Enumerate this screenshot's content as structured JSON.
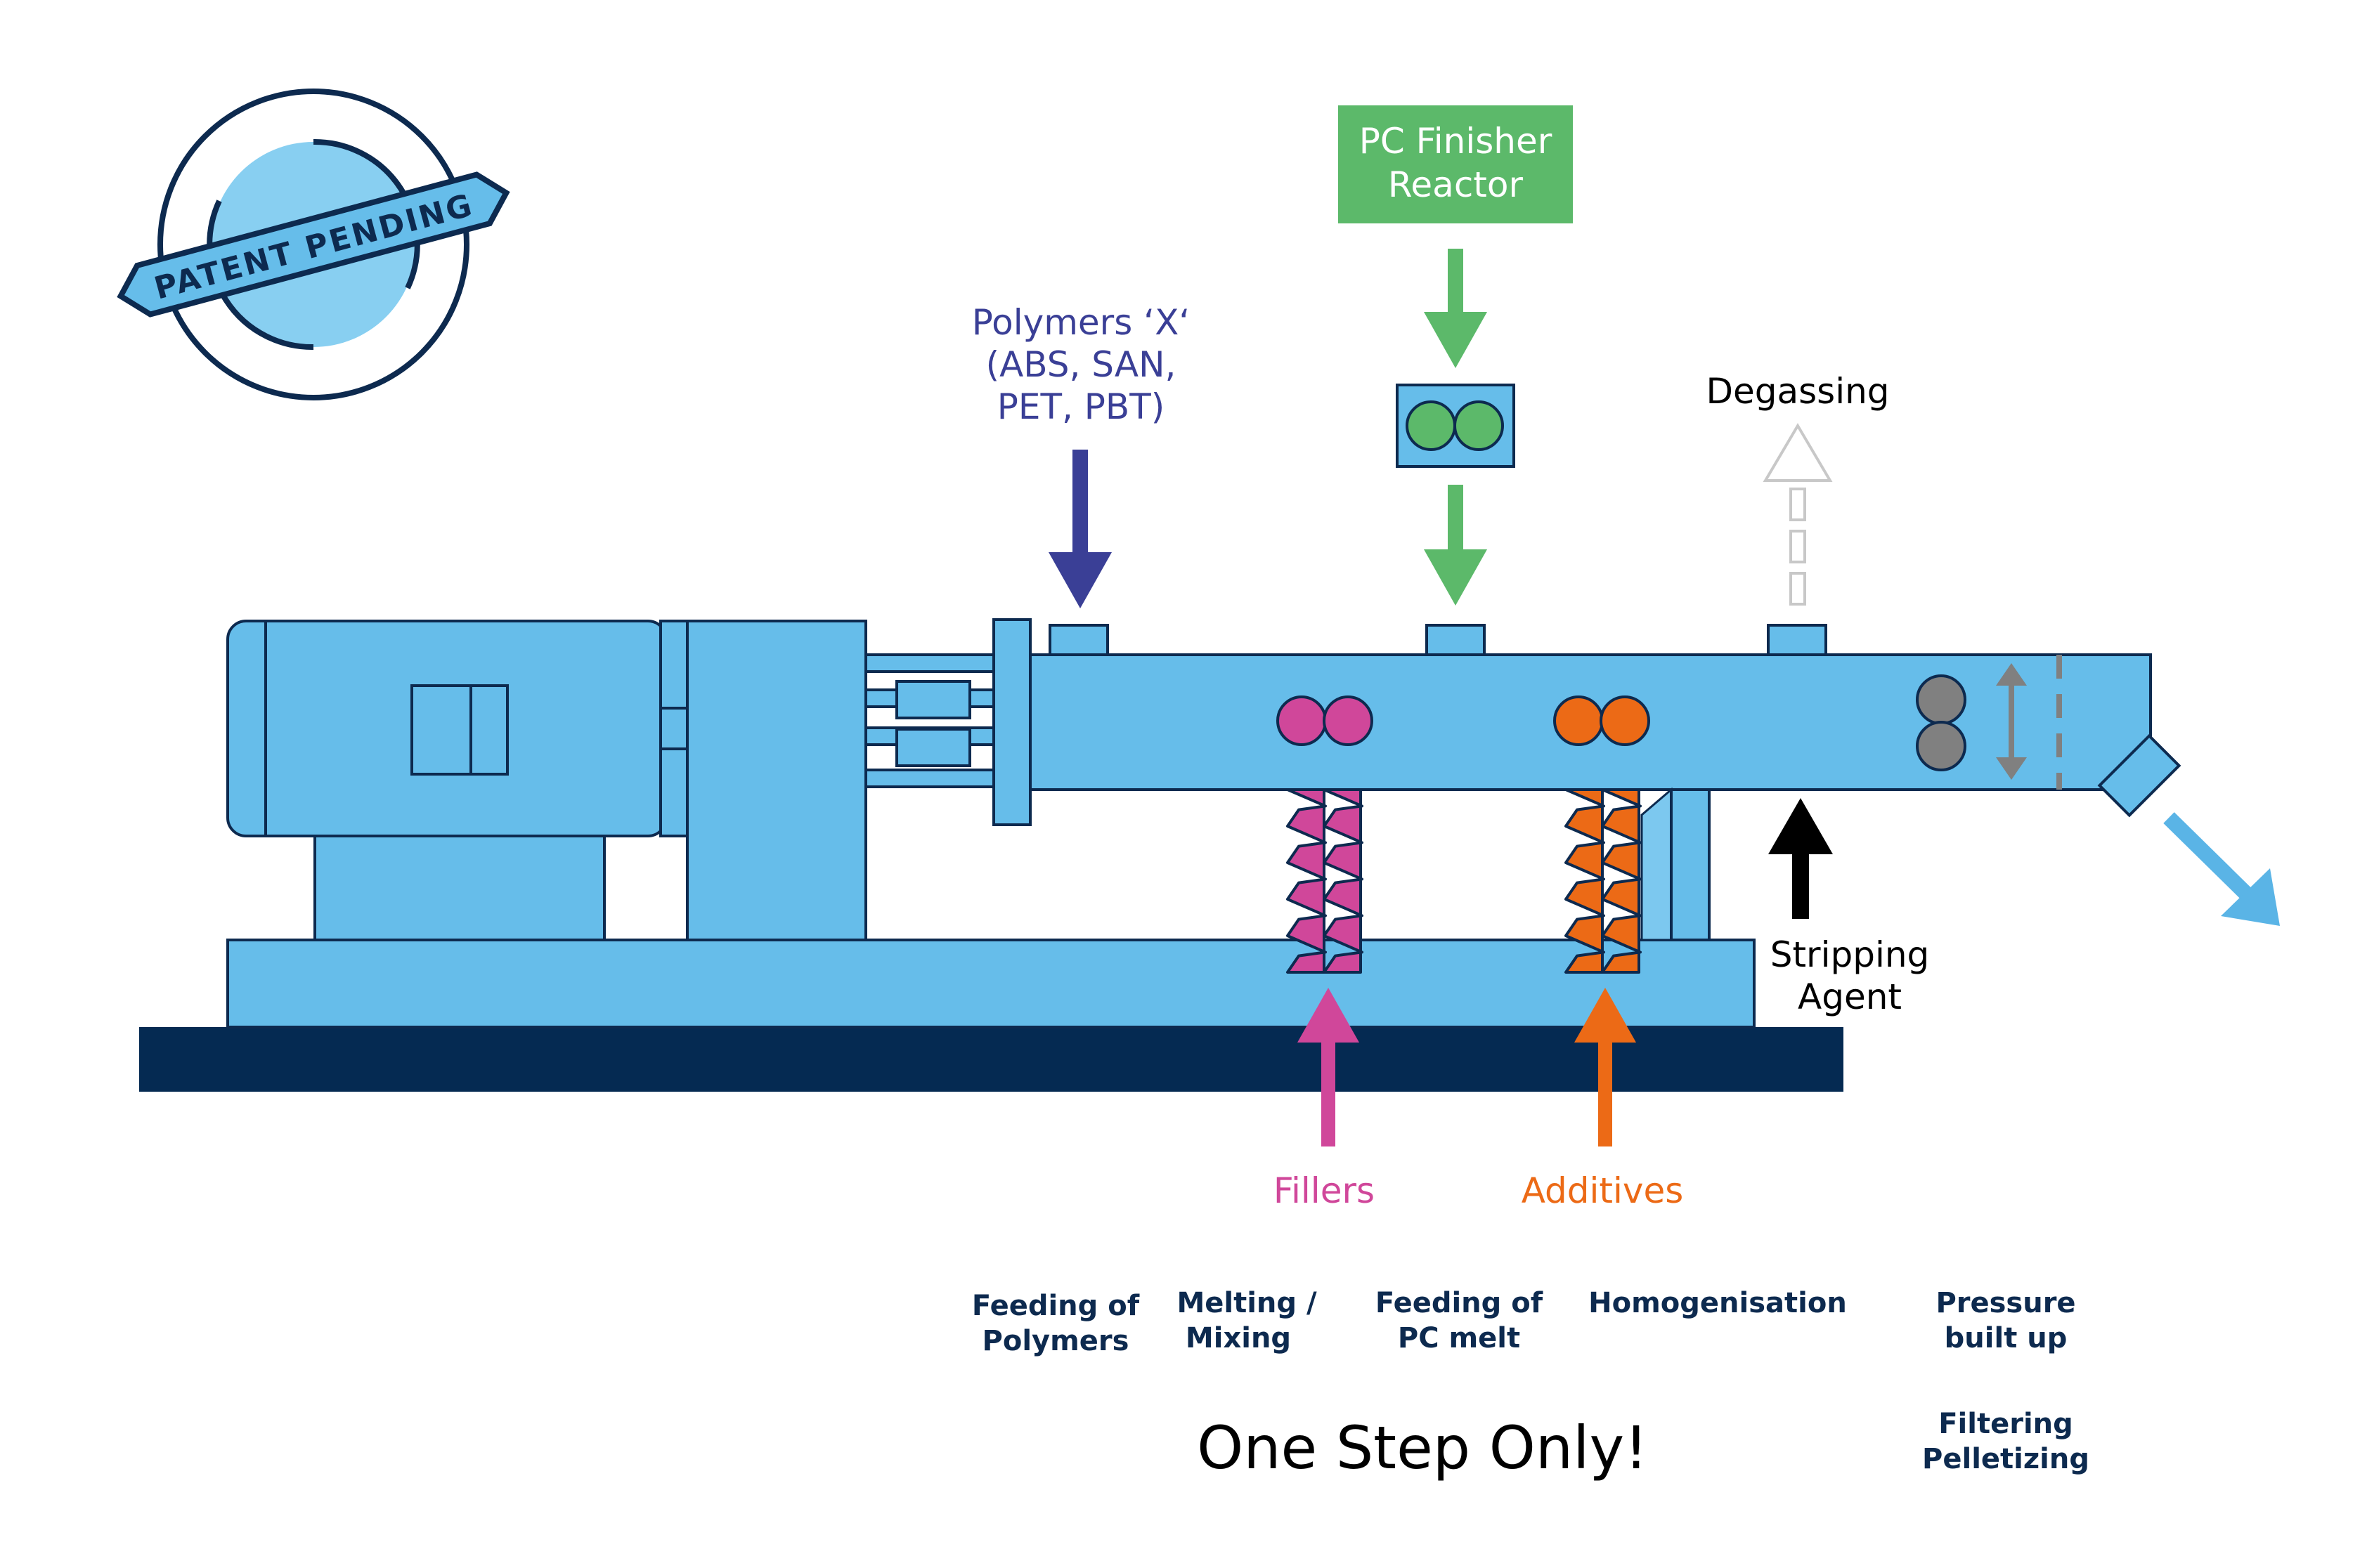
{
  "badge": {
    "text": "PATENT PENDING"
  },
  "inputs": {
    "pc_reactor_line1": "PC Finisher",
    "pc_reactor_line2": "Reactor",
    "polymers_line1": "Polymers ‘X‘",
    "polymers_line2": "(ABS, SAN,",
    "polymers_line3": "PET, PBT)",
    "degassing": "Degassing",
    "stripping_line1": "Stripping",
    "stripping_line2": "Agent",
    "fillers": "Fillers",
    "additives": "Additives"
  },
  "stages": {
    "feeding_polymers_1": "Feeding of",
    "feeding_polymers_2": "Polymers",
    "melting_1": "Melting /",
    "melting_2": "Mixing",
    "feeding_pc_1": "Feeding of",
    "feeding_pc_2": "PC melt",
    "homogenisation": "Homogenisation",
    "pressure_1": "Pressure",
    "pressure_2": "built up",
    "filtering": "Filtering",
    "pelletizing": "Pelletizing"
  },
  "tagline": "One Step Only!",
  "colors": {
    "machine_blue": "#66bdea",
    "outline": "#0d2a4f",
    "base_navy": "#052a52",
    "polymer_arrow": "#3a3f96",
    "pc_green": "#5cb96a",
    "filler_pink": "#d0479a",
    "additive_orange": "#ec6a16",
    "degas_gray": "#c8c8c8",
    "output_blue": "#5ab4e6",
    "badge_light": "#88cff1"
  }
}
